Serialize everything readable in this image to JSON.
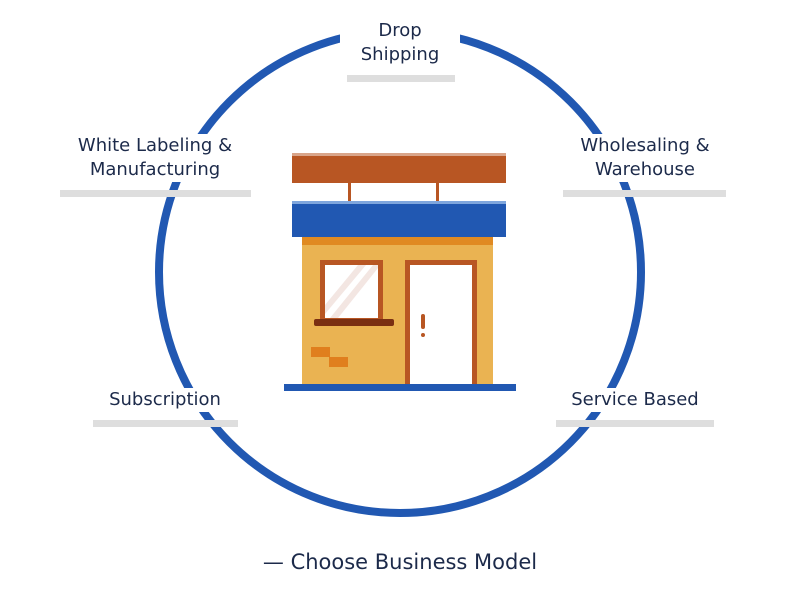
{
  "diagram": {
    "title": "— Choose Business Model",
    "center_icon": "storefront-icon",
    "colors": {
      "ring": "#2158b2",
      "text": "#1c2a4a",
      "underline": "#dedede",
      "sign": "#b85623",
      "awning": "#2158b2",
      "wall": "#eab352",
      "wall_top": "#e08a22",
      "trim": "#b85623",
      "sill": "#7a2f12",
      "brick": "#e07f1e"
    },
    "models": [
      {
        "id": "drop-shipping",
        "label_line1": "Drop",
        "label_line2": "Shipping"
      },
      {
        "id": "white-labeling",
        "label_line1": "White Labeling &",
        "label_line2": "Manufacturing"
      },
      {
        "id": "wholesaling",
        "label_line1": "Wholesaling &",
        "label_line2": "Warehouse"
      },
      {
        "id": "subscription",
        "label_line1": "Subscription",
        "label_line2": ""
      },
      {
        "id": "service-based",
        "label_line1": "Service Based",
        "label_line2": ""
      }
    ]
  }
}
